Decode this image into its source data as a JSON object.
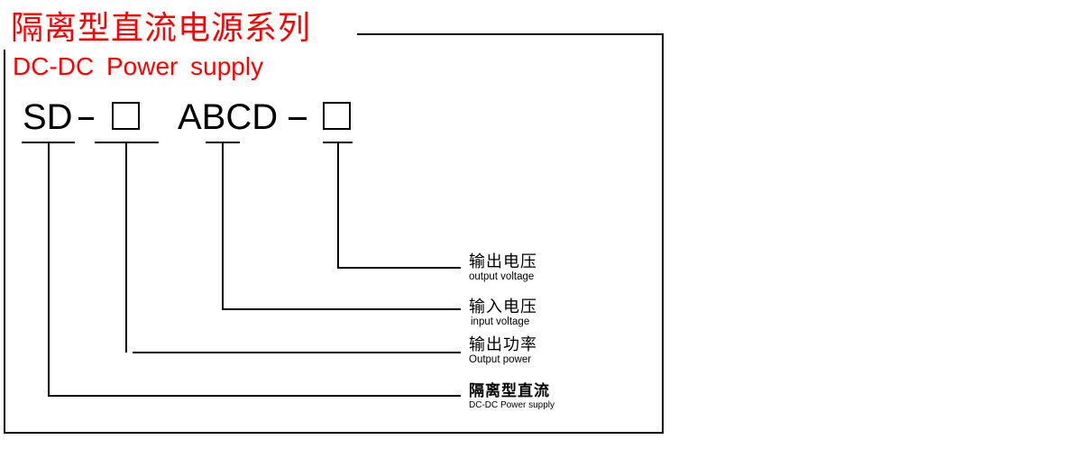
{
  "title": {
    "cn": "隔离型直流电源系列",
    "en": "DC-DC Power supply",
    "color": "#ff0000"
  },
  "code": {
    "prefix": "SD",
    "dash": "-",
    "middle": "ABCD"
  },
  "labels": [
    {
      "cn": "输出电压",
      "en": "output voltage"
    },
    {
      "cn": "输入电压",
      "en": "input voltage"
    },
    {
      "cn": "输出功率",
      "en": "Output power"
    },
    {
      "cn": "隔离型直流",
      "en": "DC-DC Power supply"
    }
  ]
}
